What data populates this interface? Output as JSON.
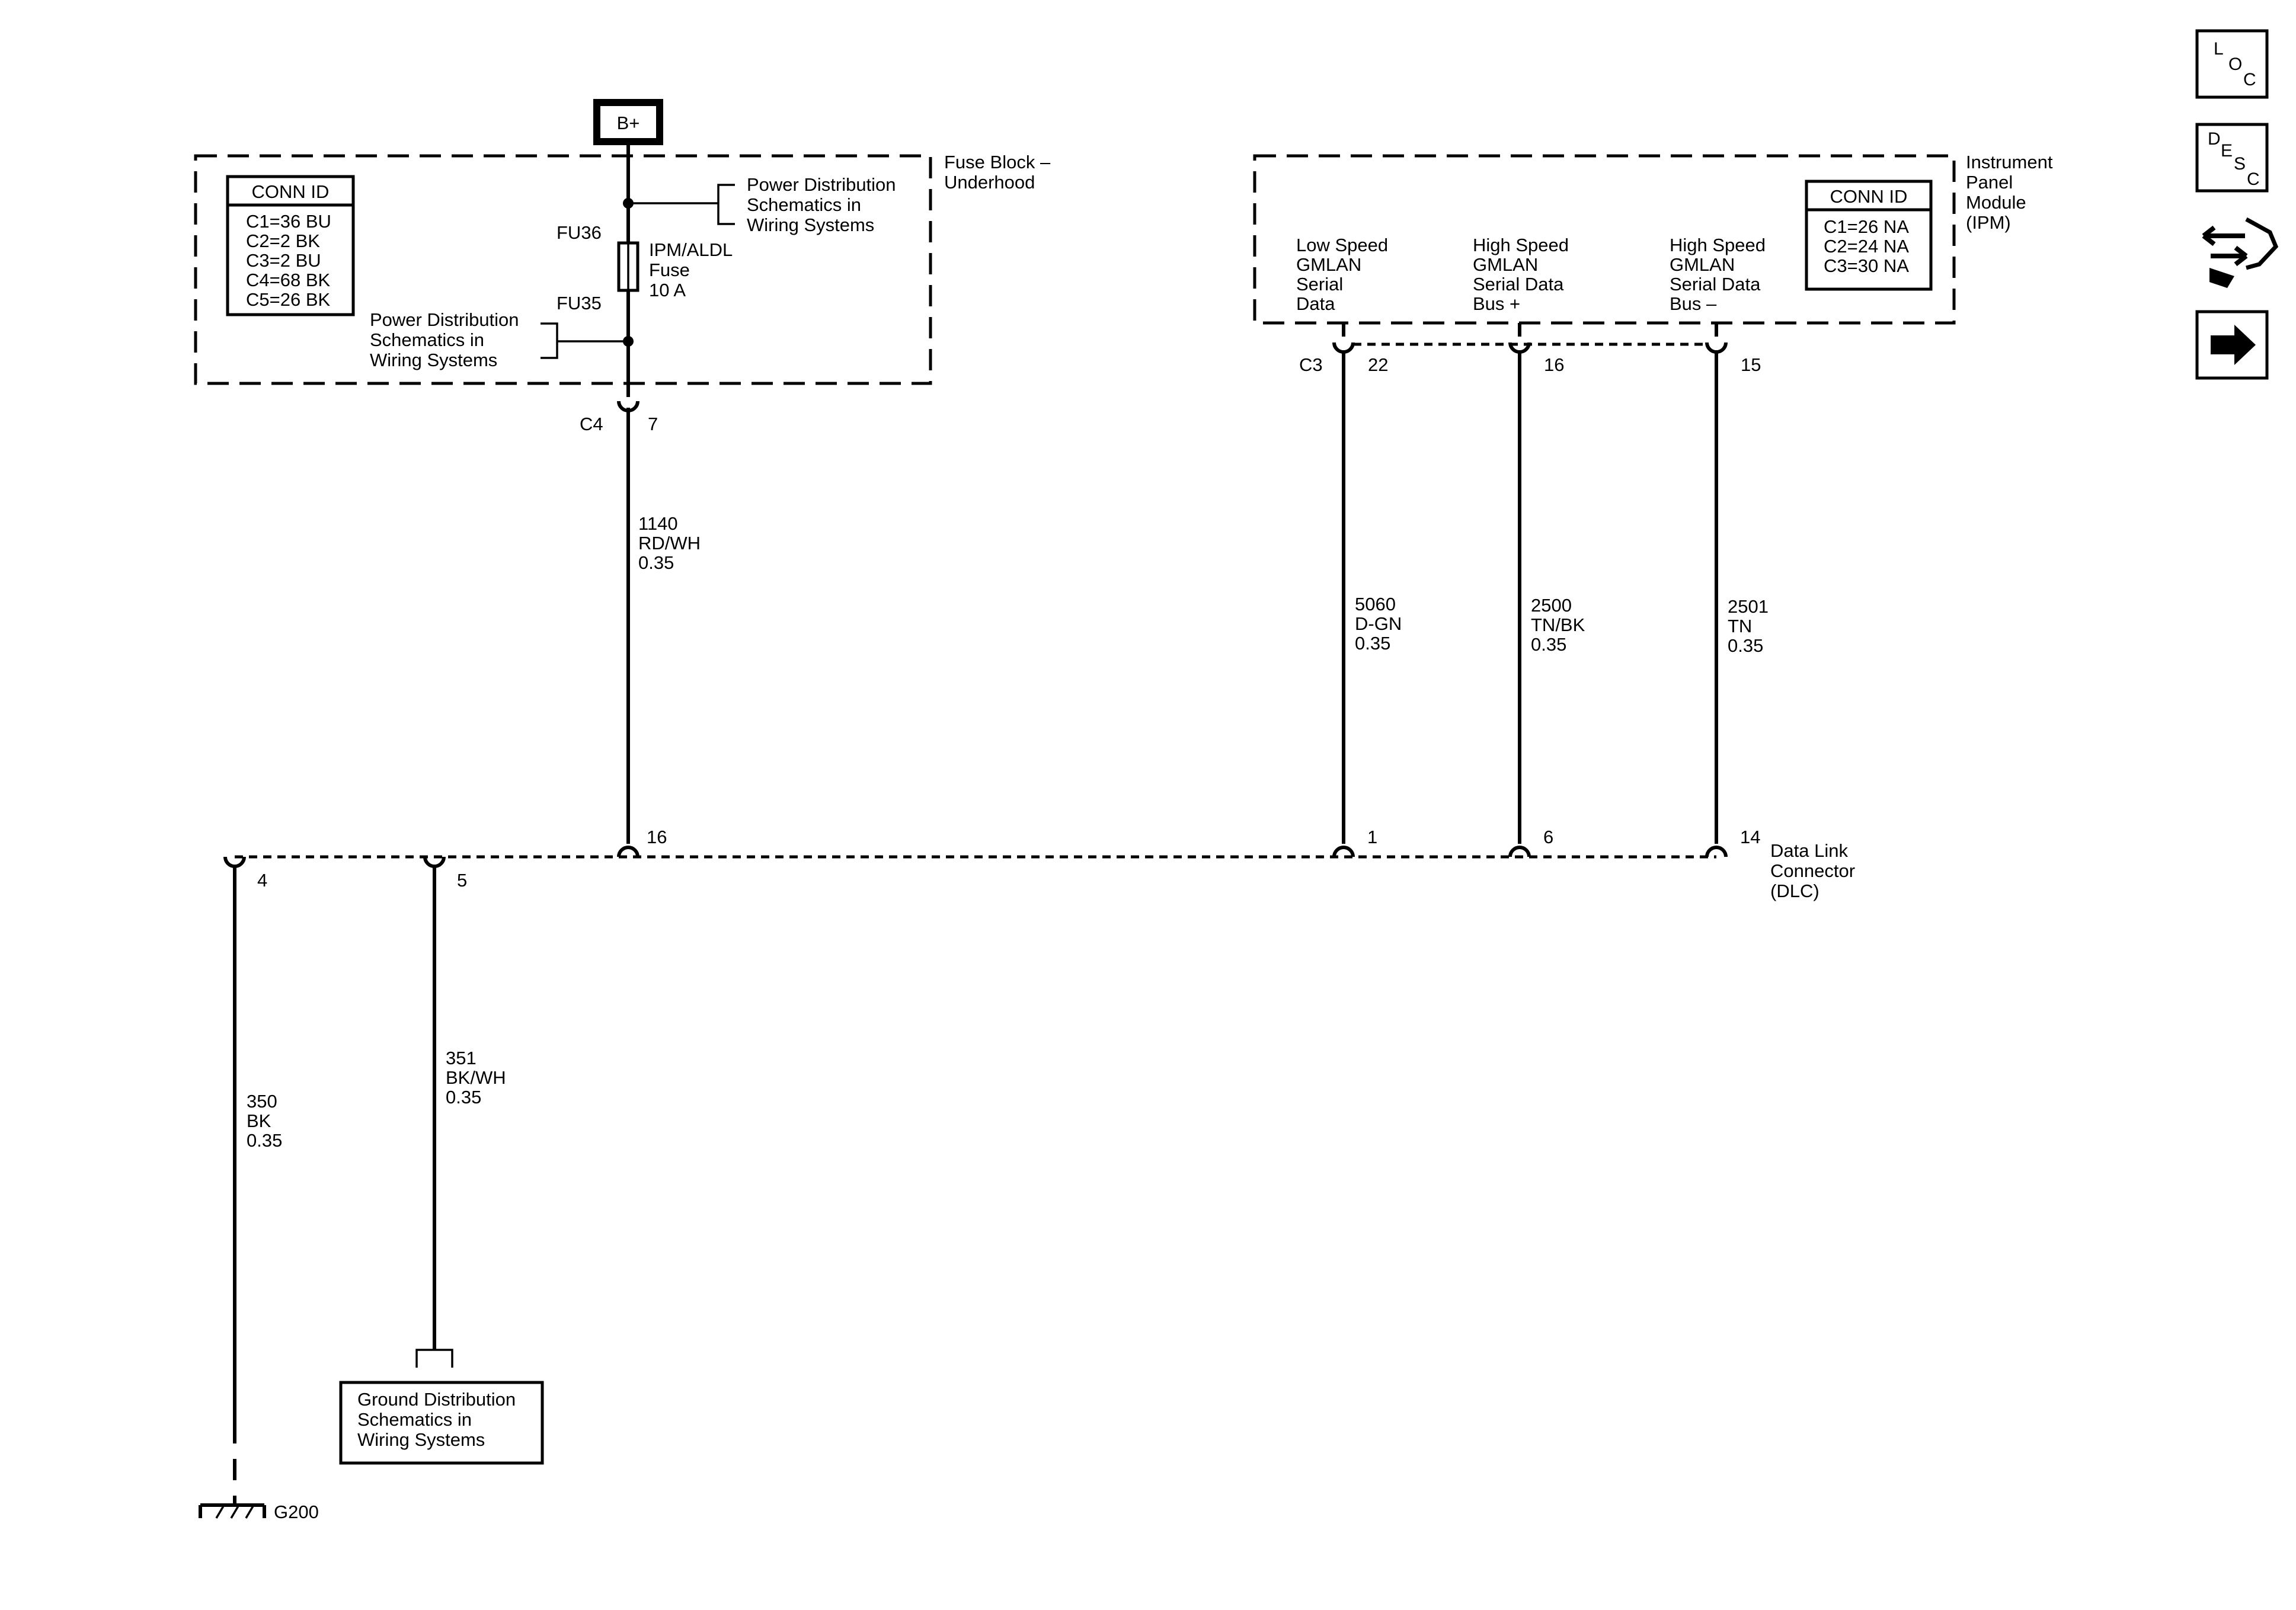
{
  "power_source": "B+",
  "fuse_block": {
    "title": [
      "Fuse Block –",
      "Underhood"
    ],
    "conn_id_title": "CONN ID",
    "conn_ids": [
      "C1=36 BU",
      "C2=2 BK",
      "C3=2 BU",
      "C4=68 BK",
      "C5=26 BK"
    ],
    "fu36": "FU36",
    "fu35": "FU35",
    "fuse_label": [
      "IPM/ALDL",
      "Fuse",
      "10 A"
    ],
    "power_ref_top": [
      "Power Distribution",
      "Schematics in",
      "Wiring Systems"
    ],
    "power_ref_left": [
      "Power Distribution",
      "Schematics in",
      "Wiring Systems"
    ],
    "connector": "C4",
    "pin": "7"
  },
  "ipm": {
    "title": [
      "Instrument",
      "Panel",
      "Module",
      "(IPM)"
    ],
    "conn_id_title": "CONN ID",
    "conn_ids": [
      "C1=26 NA",
      "C2=24 NA",
      "C3=30 NA"
    ],
    "connector": "C3",
    "terminals": [
      {
        "label": [
          "Low Speed",
          "GMLAN",
          "Serial",
          "Data"
        ],
        "pin": "22"
      },
      {
        "label": [
          "High Speed",
          "GMLAN",
          "Serial Data",
          "Bus +"
        ],
        "pin": "16"
      },
      {
        "label": [
          "High Speed",
          "GMLAN",
          "Serial Data",
          "Bus –"
        ],
        "pin": "15"
      }
    ]
  },
  "wires": [
    {
      "circuit": "1140",
      "color": "RD/WH",
      "size": "0.35"
    },
    {
      "circuit": "5060",
      "color": "D-GN",
      "size": "0.35"
    },
    {
      "circuit": "2500",
      "color": "TN/BK",
      "size": "0.35"
    },
    {
      "circuit": "2501",
      "color": "TN",
      "size": "0.35"
    },
    {
      "circuit": "350",
      "color": "BK",
      "size": "0.35"
    },
    {
      "circuit": "351",
      "color": "BK/WH",
      "size": "0.35"
    }
  ],
  "dlc": {
    "title": [
      "Data Link",
      "Connector",
      "(DLC)"
    ],
    "pins": [
      "4",
      "5",
      "16",
      "1",
      "6",
      "14"
    ]
  },
  "ground_ref": [
    "Ground Distribution",
    "Schematics in",
    "Wiring Systems"
  ],
  "ground": "G200",
  "nav": {
    "loc": [
      "L",
      "O",
      "C"
    ],
    "desc": [
      "D",
      "E",
      "S",
      "C"
    ]
  }
}
